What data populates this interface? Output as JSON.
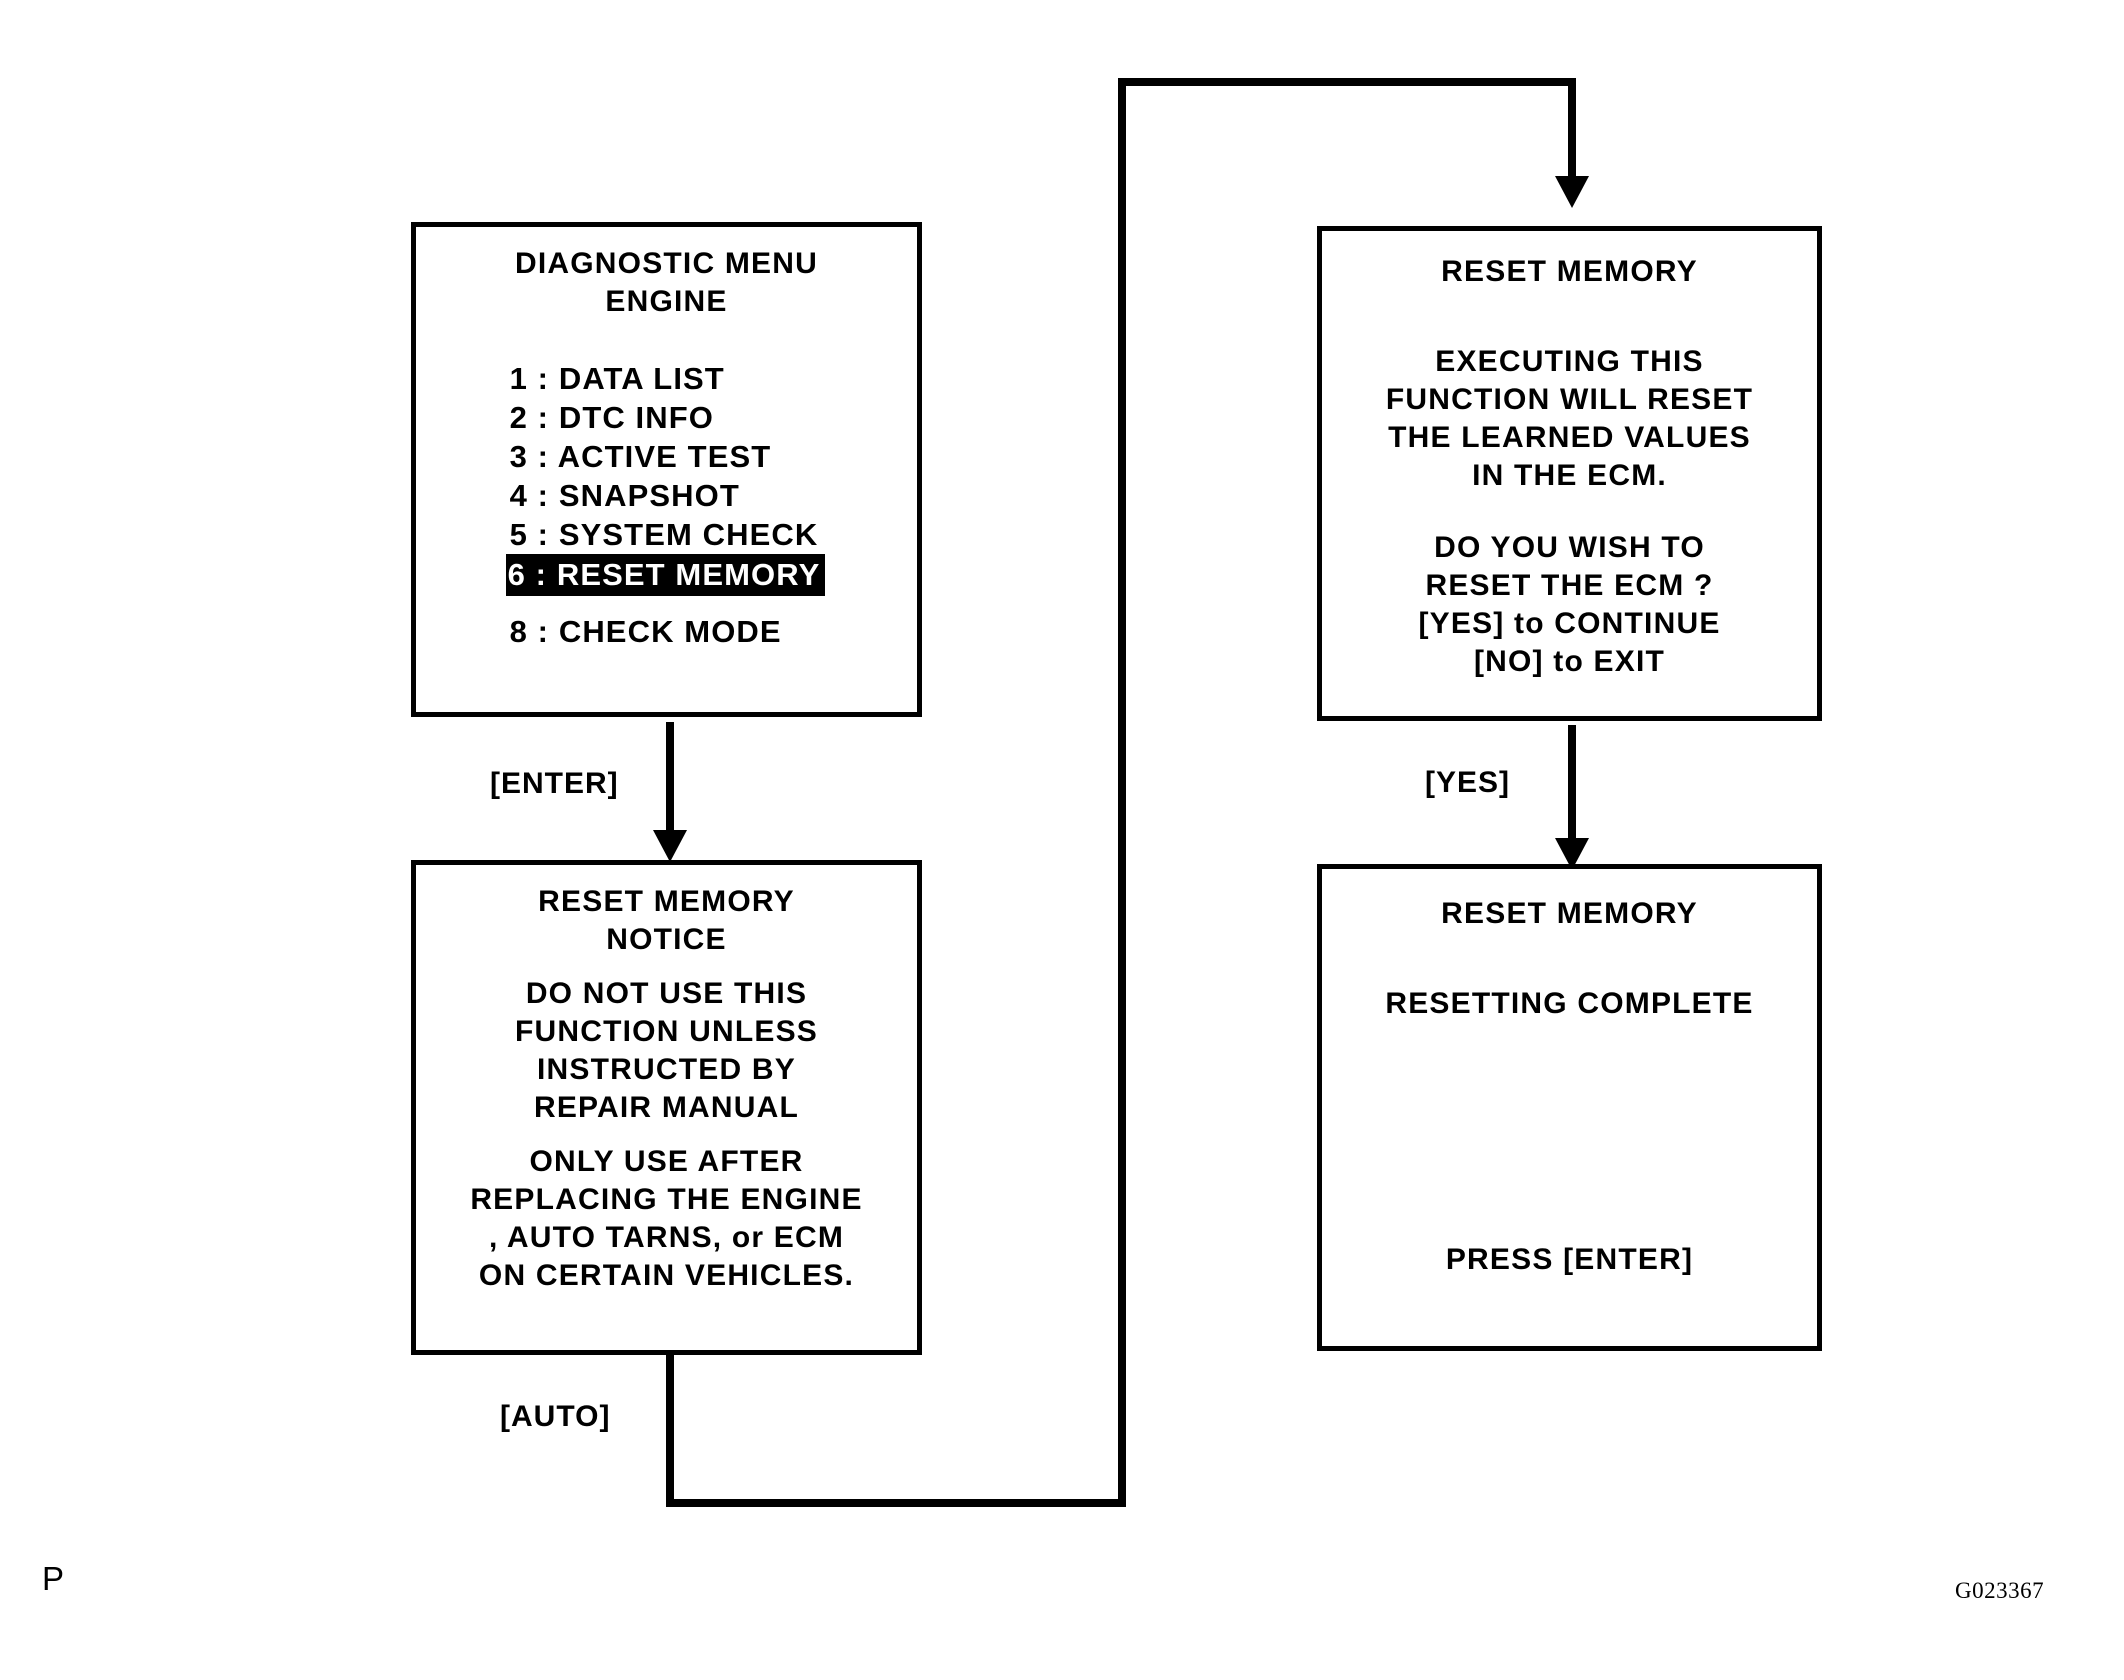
{
  "figure": {
    "corner_mark": "P",
    "figure_code": "G023367"
  },
  "screens": {
    "diagnostic_menu": {
      "title_line1": "DIAGNOSTIC MENU",
      "title_line2": "ENGINE",
      "items": [
        {
          "num": "1 :",
          "label": "DATA LIST",
          "selected": false
        },
        {
          "num": "2 :",
          "label": "DTC INFO",
          "selected": false
        },
        {
          "num": "3 :",
          "label": "ACTIVE TEST",
          "selected": false
        },
        {
          "num": "4 :",
          "label": "SNAPSHOT",
          "selected": false
        },
        {
          "num": "5 :",
          "label": "SYSTEM CHECK",
          "selected": false
        },
        {
          "num": "6 :",
          "label": "RESET MEMORY",
          "selected": true
        },
        {
          "num": "8 :",
          "label": "CHECK MODE",
          "selected": false
        }
      ]
    },
    "reset_memory_notice": {
      "title_line1": "RESET MEMORY",
      "title_line2": "NOTICE",
      "para1": [
        "DO NOT USE THIS",
        "FUNCTION UNLESS",
        "INSTRUCTED BY",
        "REPAIR MANUAL"
      ],
      "para2": [
        "ONLY USE AFTER",
        "REPLACING THE ENGINE",
        ", AUTO TARNS, or ECM",
        "ON CERTAIN VEHICLES."
      ]
    },
    "reset_memory_confirm": {
      "title": "RESET MEMORY",
      "para1": [
        "EXECUTING THIS",
        "FUNCTION WILL RESET",
        "THE LEARNED VALUES",
        "IN THE ECM."
      ],
      "para2": [
        "DO YOU WISH TO",
        "RESET THE ECM ?",
        "[YES] to CONTINUE",
        "[NO] to EXIT"
      ]
    },
    "reset_memory_complete": {
      "title": "RESET MEMORY",
      "status": "RESETTING COMPLETE",
      "prompt": "PRESS [ENTER]"
    }
  },
  "edges": {
    "enter_label": "[ENTER]",
    "auto_label": "[AUTO]",
    "yes_label": "[YES]"
  },
  "colors": {
    "ink": "#000000",
    "paper": "#ffffff"
  }
}
